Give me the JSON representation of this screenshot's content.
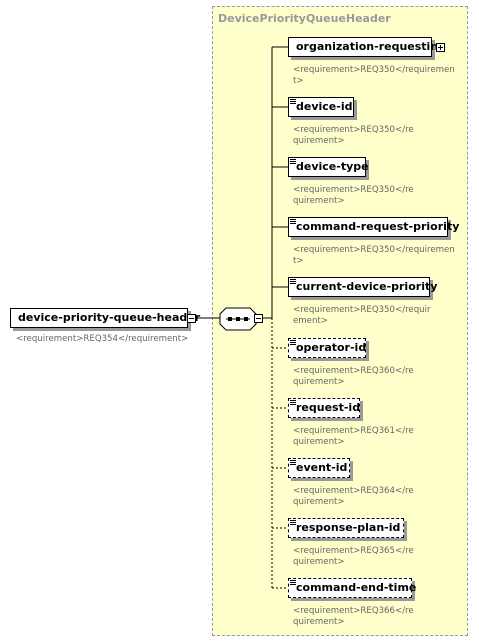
{
  "panel": {
    "title": "DevicePriorityQueueHeader"
  },
  "root": {
    "name": "device-priority-queue-header",
    "doc": "<requirement>REQ354</requirement>"
  },
  "children": [
    {
      "name": "organization-requesting",
      "doc": "<requirement>REQ350</requirement>",
      "optional": false,
      "expandable": true
    },
    {
      "name": "device-id",
      "doc": "<requirement>REQ350</requirement>",
      "optional": false,
      "expandable": false
    },
    {
      "name": "device-type",
      "doc": "<requirement>REQ350</requirement>",
      "optional": false,
      "expandable": false
    },
    {
      "name": "command-request-priority",
      "doc": "<requirement>REQ350</requirement>",
      "optional": false,
      "expandable": false
    },
    {
      "name": "current-device-priority",
      "doc": "<requirement>REQ350</requirement>",
      "optional": false,
      "expandable": false
    },
    {
      "name": "operator-id",
      "doc": "<requirement>REQ360</requirement>",
      "optional": true,
      "expandable": false
    },
    {
      "name": "request-id",
      "doc": "<requirement>REQ361</requirement>",
      "optional": true,
      "expandable": false
    },
    {
      "name": "event-id",
      "doc": "<requirement>REQ364</requirement>",
      "optional": true,
      "expandable": false
    },
    {
      "name": "response-plan-id",
      "doc": "<requirement>REQ365</requirement>",
      "optional": true,
      "expandable": false
    },
    {
      "name": "command-end-time",
      "doc": "<requirement>REQ366</requirement>",
      "optional": true,
      "expandable": false
    }
  ]
}
